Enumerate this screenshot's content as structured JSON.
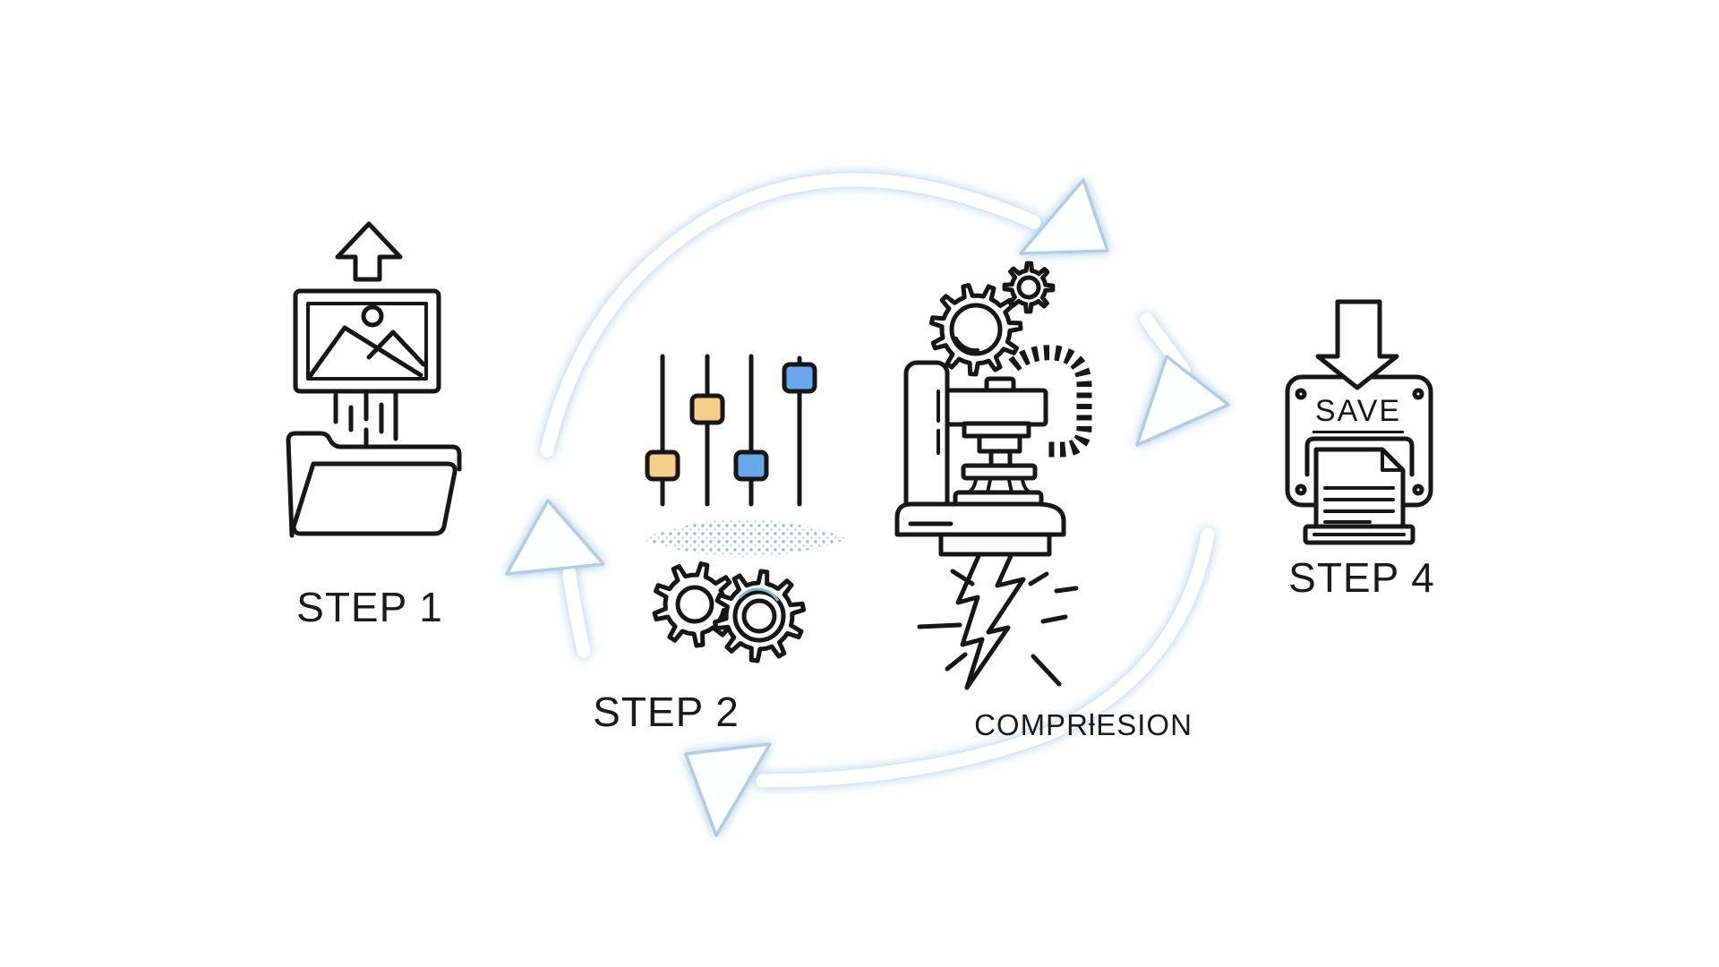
{
  "diagram": {
    "type": "process-cycle",
    "steps": [
      {
        "label": "STEP 1",
        "icon": "image-upload-to-folder"
      },
      {
        "label": "STEP 2",
        "icon": "adjustment-sliders-and-gears"
      },
      {
        "label": "COMPRƚESION",
        "icon": "press-machine-with-lightning"
      },
      {
        "label": "STEP 4",
        "icon": "save-printed-document"
      }
    ],
    "save_badge": "SAVE",
    "colors": {
      "line": "#161616",
      "arrow_outline": "#b3cce4",
      "arrow_glow": "#a3c6e3",
      "slider_handle_orange": "#f7cd8a",
      "slider_handle_blue": "#69a7e8",
      "halftone_dots": "#9db7cc"
    }
  }
}
